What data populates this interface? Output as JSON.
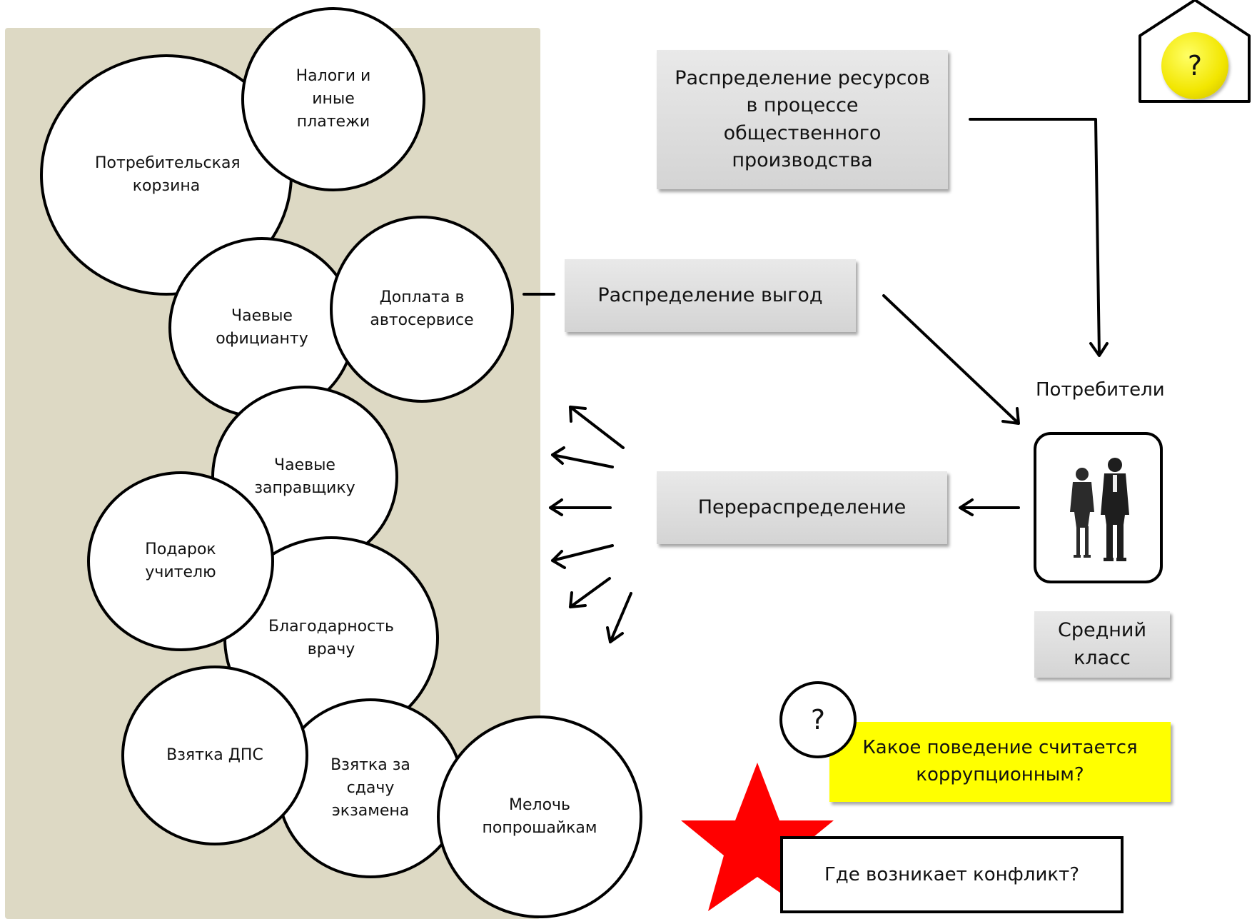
{
  "circles": {
    "basket": "Потребительская корзина",
    "taxes": "Налоги и иные платежи",
    "tips_waiter": "Чаевые официанту",
    "car_service": "Доплата в автосервисе",
    "tips_fuel": "Чаевые заправщику",
    "gift_teacher": "Подарок учителю",
    "thanks_doctor": "Благодарность врачу",
    "bribe_traffic": "Взятка ДПС",
    "bribe_exam": "Взятка за сдачу экзамена",
    "change_beggars": "Мелочь попрошайкам"
  },
  "boxes": {
    "resource_distribution": "Распределение ресурсов в процессе общественного производства",
    "benefit_distribution": "Распределение выгод",
    "redistribution": "Перераспределение",
    "middle_class": "Средний класс"
  },
  "consumers_label": "Потребители",
  "question_corruption": "Какое поведение считается коррупционным?",
  "question_conflict": "Где возникает конфликт?",
  "question_mark_small": "?",
  "question_mark_home": "?",
  "colors": {
    "panel": "#ddd9c4",
    "highlight": "#ffff00",
    "star": "#ff0000"
  }
}
